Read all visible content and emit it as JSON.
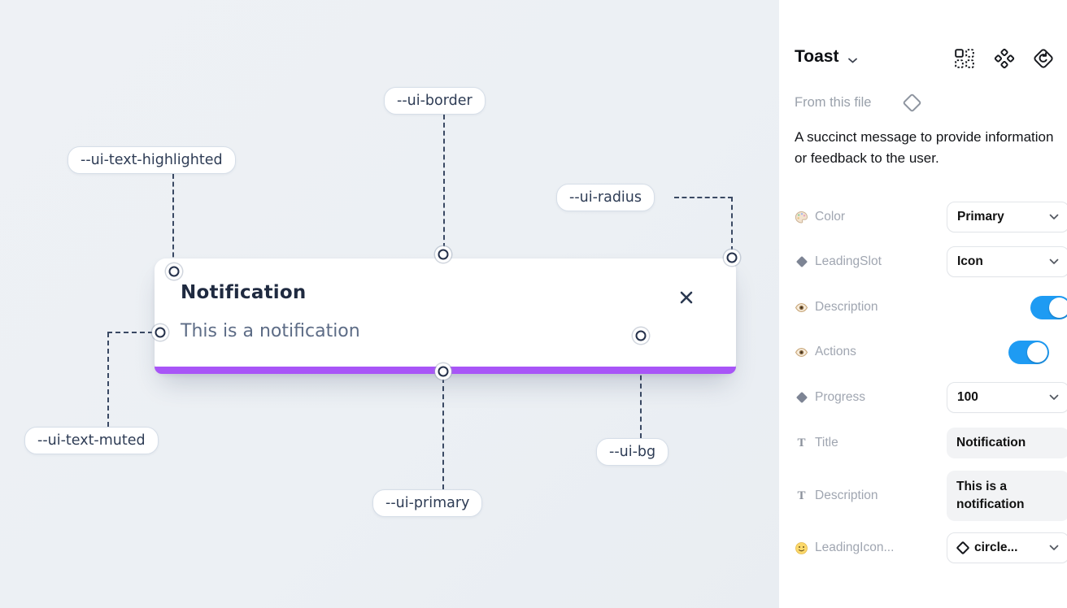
{
  "canvas": {
    "toast": {
      "title": "Notification",
      "description": "This is a notification",
      "close_icon": "x-close"
    },
    "labels": [
      {
        "id": "ui-border",
        "text": "--ui-border"
      },
      {
        "id": "ui-text-highlighted",
        "text": "--ui-text-highlighted"
      },
      {
        "id": "ui-radius",
        "text": "--ui-radius"
      },
      {
        "id": "ui-text-muted",
        "text": "--ui-text-muted"
      },
      {
        "id": "ui-primary",
        "text": "--ui-primary"
      },
      {
        "id": "ui-bg",
        "text": "--ui-bg"
      }
    ],
    "colors": {
      "primary_bar": "#a855f7",
      "canvas_bg": "#edf0f4",
      "connector_line": "#3a4963"
    }
  },
  "panel": {
    "header": {
      "title": "Toast",
      "icons": [
        "instance-grid-icon",
        "components-icon",
        "variant-diamond-icon"
      ]
    },
    "source_label": "From this file",
    "description": "A succinct message to provide information or feedback to the user.",
    "accent_colors": {
      "toggle_on": "#1e9bf3"
    },
    "properties": [
      {
        "label": "Color",
        "icon": "palette-icon",
        "control": "select",
        "value": "Primary"
      },
      {
        "label": "LeadingSlot",
        "icon": "diamond-icon",
        "control": "select",
        "value": "Icon"
      },
      {
        "label": "Description",
        "icon": "eye-icon",
        "control": "toggle",
        "on": true
      },
      {
        "label": "Actions",
        "icon": "eye-icon",
        "control": "toggle",
        "on": true
      },
      {
        "label": "Progress",
        "icon": "diamond-icon",
        "control": "select",
        "value": "100"
      },
      {
        "label": "Title",
        "icon": "text-icon",
        "control": "input",
        "value": "Notification"
      },
      {
        "label": "Description",
        "icon": "text-icon",
        "control": "input",
        "value": "This is a notification"
      },
      {
        "label": "LeadingIcon...",
        "icon": "smiley-icon",
        "control": "select",
        "value": "circle..."
      }
    ]
  }
}
